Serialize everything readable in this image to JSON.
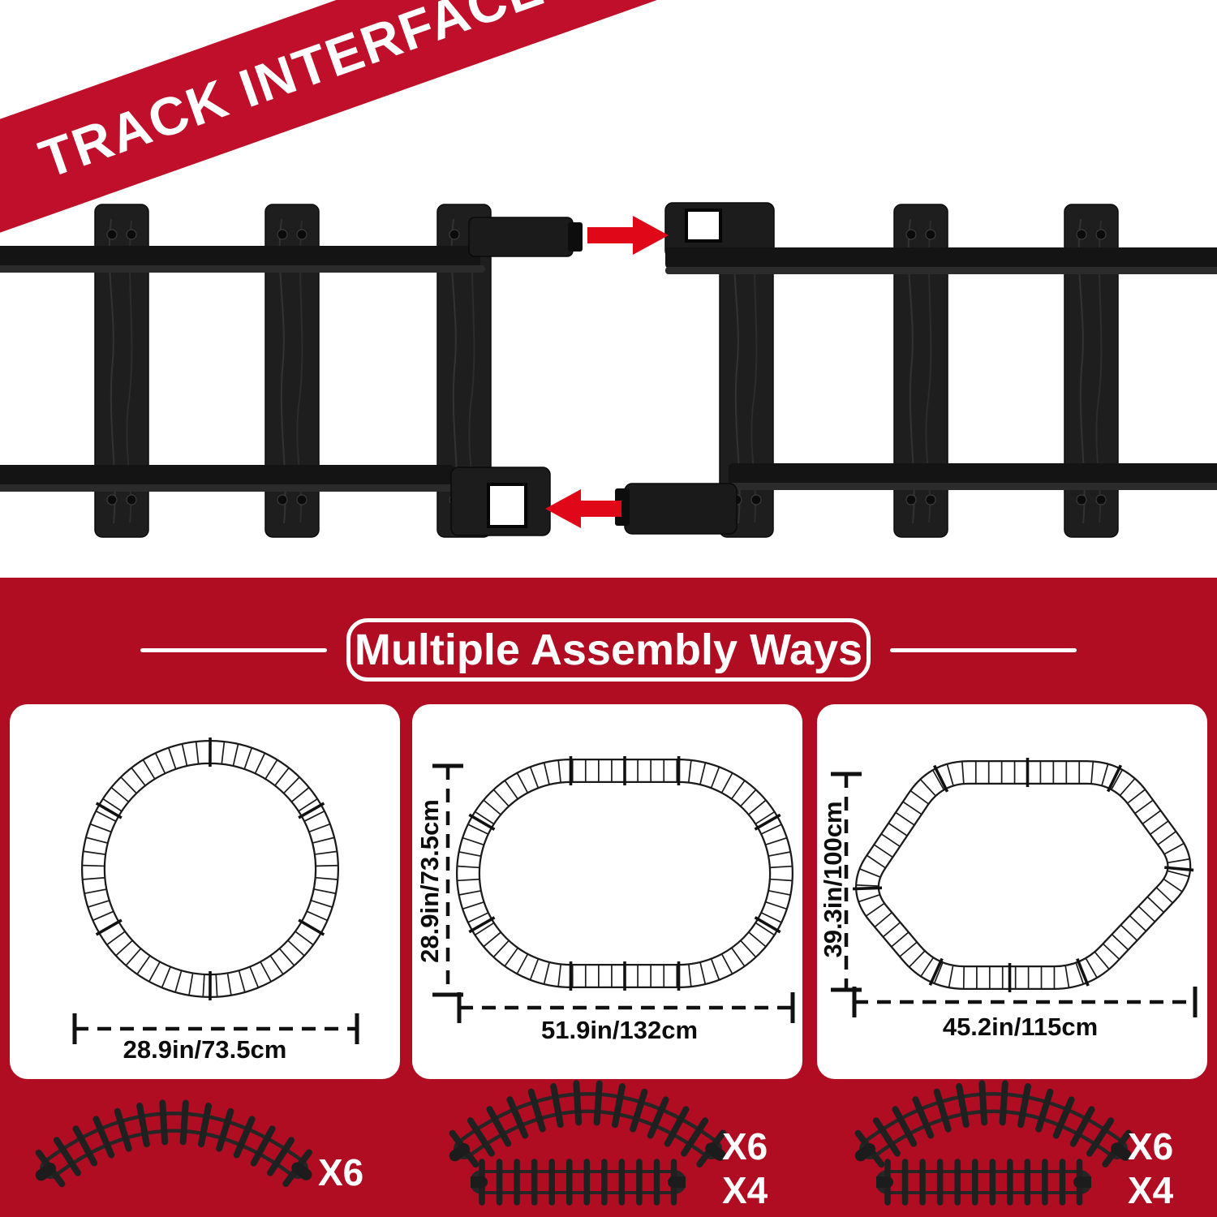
{
  "banner": {
    "label": "TRACK INTERFACE"
  },
  "interface": {
    "arrows": [
      {
        "direction": "right"
      },
      {
        "direction": "left"
      }
    ]
  },
  "assembly": {
    "title": "Multiple Assembly Ways",
    "layouts": [
      {
        "shape": "circle",
        "width_label": "28.9in/73.5cm"
      },
      {
        "shape": "oval",
        "height_label": "28.9in/73.5cm",
        "width_label": "51.9in/132cm"
      },
      {
        "shape": "hexagon",
        "height_label": "39.3in/100cm",
        "width_label": "45.2in/115cm"
      }
    ],
    "piece_groups": [
      {
        "pieces": [
          {
            "type": "curved",
            "count_label": "X6"
          }
        ]
      },
      {
        "pieces": [
          {
            "type": "curved",
            "count_label": "X6"
          },
          {
            "type": "straight",
            "count_label": "X4"
          }
        ]
      },
      {
        "pieces": [
          {
            "type": "curved",
            "count_label": "X6"
          },
          {
            "type": "straight",
            "count_label": "X4"
          }
        ]
      }
    ]
  },
  "colors": {
    "background_red": "#b00d23",
    "ribbon_red": "#c00f2a",
    "arrow_red": "#e00818",
    "track_black": "#1e1e1e"
  }
}
